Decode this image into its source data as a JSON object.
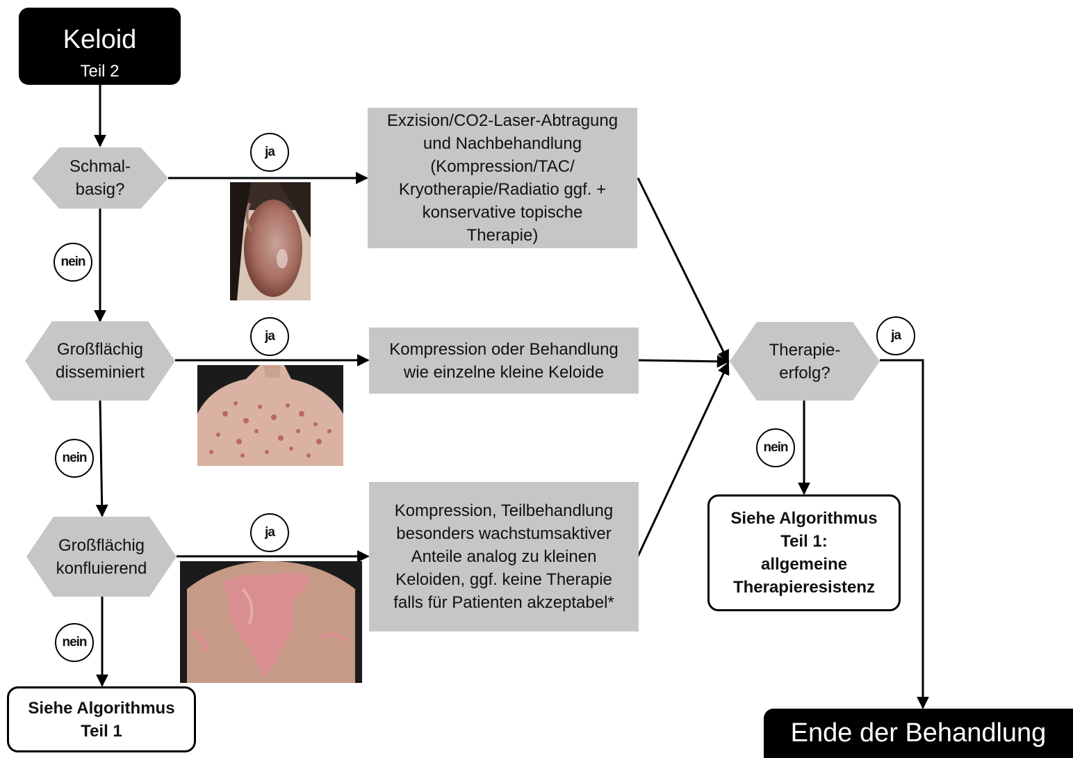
{
  "start": {
    "title": "Keloid",
    "subtitle": "Teil 2"
  },
  "decisions": {
    "d1": [
      "Schmal-",
      "basig?"
    ],
    "d2": [
      "Großflächig",
      "disseminiert"
    ],
    "d3": [
      "Großflächig",
      "konfluierend"
    ],
    "d4": [
      "Therapie-",
      "erfolg?"
    ]
  },
  "treatments": {
    "t1": [
      "Exzision/CO2-Laser-Abtragung",
      "und Nachbehandlung",
      "(Kompression/TAC/",
      "Kryotherapie/Radiatio ggf. +",
      "konservative topische",
      "Therapie)"
    ],
    "t2": [
      "Kompression oder Behandlung",
      "wie einzelne kleine Keloide"
    ],
    "t3": [
      "Kompression, Teilbehandlung",
      "besonders wachstumsaktiver",
      "Anteile analog zu kleinen",
      "Keloiden, ggf. keine Therapie",
      "falls für Patienten akzeptabel*"
    ]
  },
  "labels": {
    "yes": "ja",
    "no": "nein"
  },
  "refs": {
    "part1": [
      "Siehe Algorithmus",
      "Teil 1"
    ],
    "resist": [
      "Siehe Algorithmus",
      "Teil 1:",
      "allgemeine",
      "Therapieresistenz"
    ]
  },
  "end": "Ende der Behandlung",
  "photos": {
    "p1": "ear-keloid-photo",
    "p2": "back-disseminated-keloids-photo",
    "p3": "chest-confluent-keloid-photo"
  },
  "colors": {
    "box_fill": "#c6c6c6",
    "terminal": "#000000",
    "line": "#000000"
  }
}
